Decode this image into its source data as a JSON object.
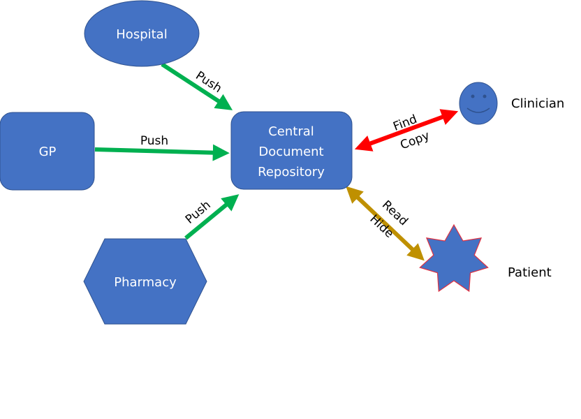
{
  "diagram": {
    "colors": {
      "node_fill": "#4472C4",
      "node_stroke": "#2F528F",
      "push_arrow": "#00B050",
      "clinician_arrow": "#FF0000",
      "patient_arrow": "#BF9000",
      "patient_star_outline": "#E03040"
    },
    "nodes": {
      "hospital": {
        "label": "Hospital",
        "shape": "ellipse"
      },
      "gp": {
        "label": "GP",
        "shape": "rounded-rectangle"
      },
      "pharmacy": {
        "label": "Pharmacy",
        "shape": "hexagon"
      },
      "central": {
        "label_lines": [
          "Central",
          "Document",
          "Repository"
        ],
        "shape": "rounded-rectangle"
      },
      "clinician": {
        "label": "Clinician",
        "shape": "smiley-face"
      },
      "patient": {
        "label": "Patient",
        "shape": "7-point-star"
      }
    },
    "edges": {
      "hospital_to_central": {
        "label": "Push",
        "direction": "one-way"
      },
      "gp_to_central": {
        "label": "Push",
        "direction": "one-way"
      },
      "pharmacy_to_central": {
        "label": "Push",
        "direction": "one-way"
      },
      "clinician_central": {
        "labels": [
          "Find",
          "Copy"
        ],
        "direction": "two-way"
      },
      "patient_central": {
        "labels": [
          "Read",
          "Hide"
        ],
        "direction": "two-way"
      }
    }
  }
}
